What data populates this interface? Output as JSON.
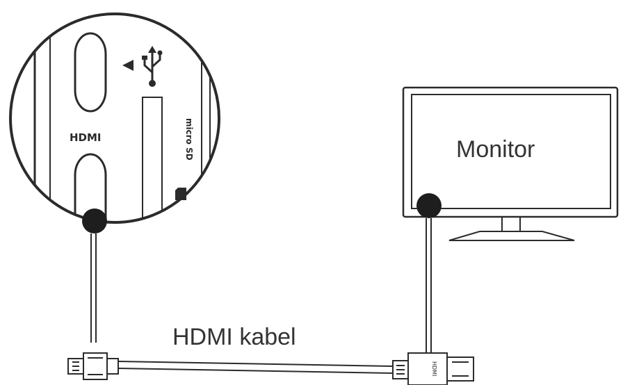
{
  "labels": {
    "hdmi_port": "HDMI",
    "micro_sd": "micro SD",
    "monitor": "Monitor",
    "cable": "HDMI kabel",
    "plug_hdmi": "HDMI"
  },
  "colors": {
    "line": "#2b2b2b",
    "dot": "#1e1e1e",
    "background": "#ffffff"
  },
  "icons": {
    "usb": "usb-icon",
    "arrow": "arrow-left-icon",
    "sd_card": "sd-card-icon"
  }
}
